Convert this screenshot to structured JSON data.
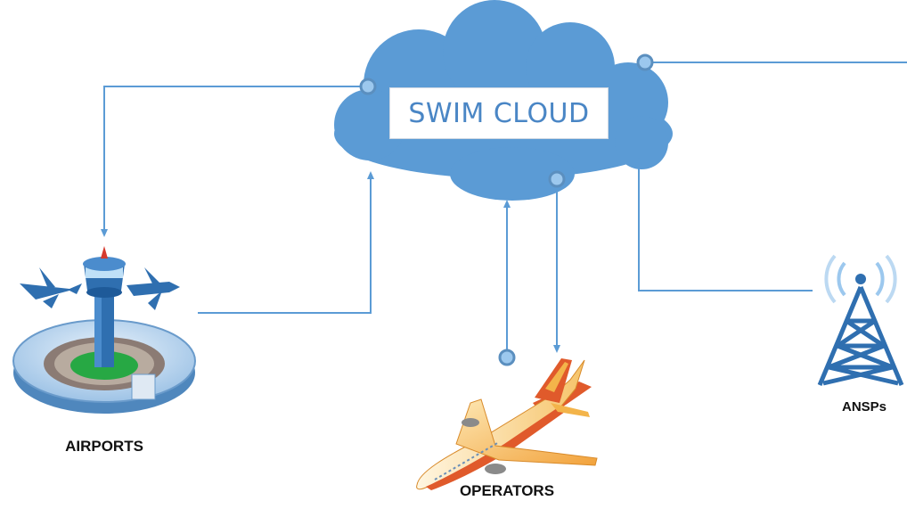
{
  "cloud": {
    "title": "SWIM CLOUD"
  },
  "nodes": {
    "airports": {
      "label": "AIRPORTS"
    },
    "operators": {
      "label": "OPERATORS"
    },
    "ansps": {
      "label": "ANSPs"
    }
  },
  "colors": {
    "cloud_fill": "#5b9bd5",
    "connector_line": "#5b9bd5",
    "connector_dot": "#9cc8ee",
    "tower_blue": "#2f6fb0",
    "plane_orange": "#e05a2b",
    "plane_yellow": "#f3b44a"
  }
}
